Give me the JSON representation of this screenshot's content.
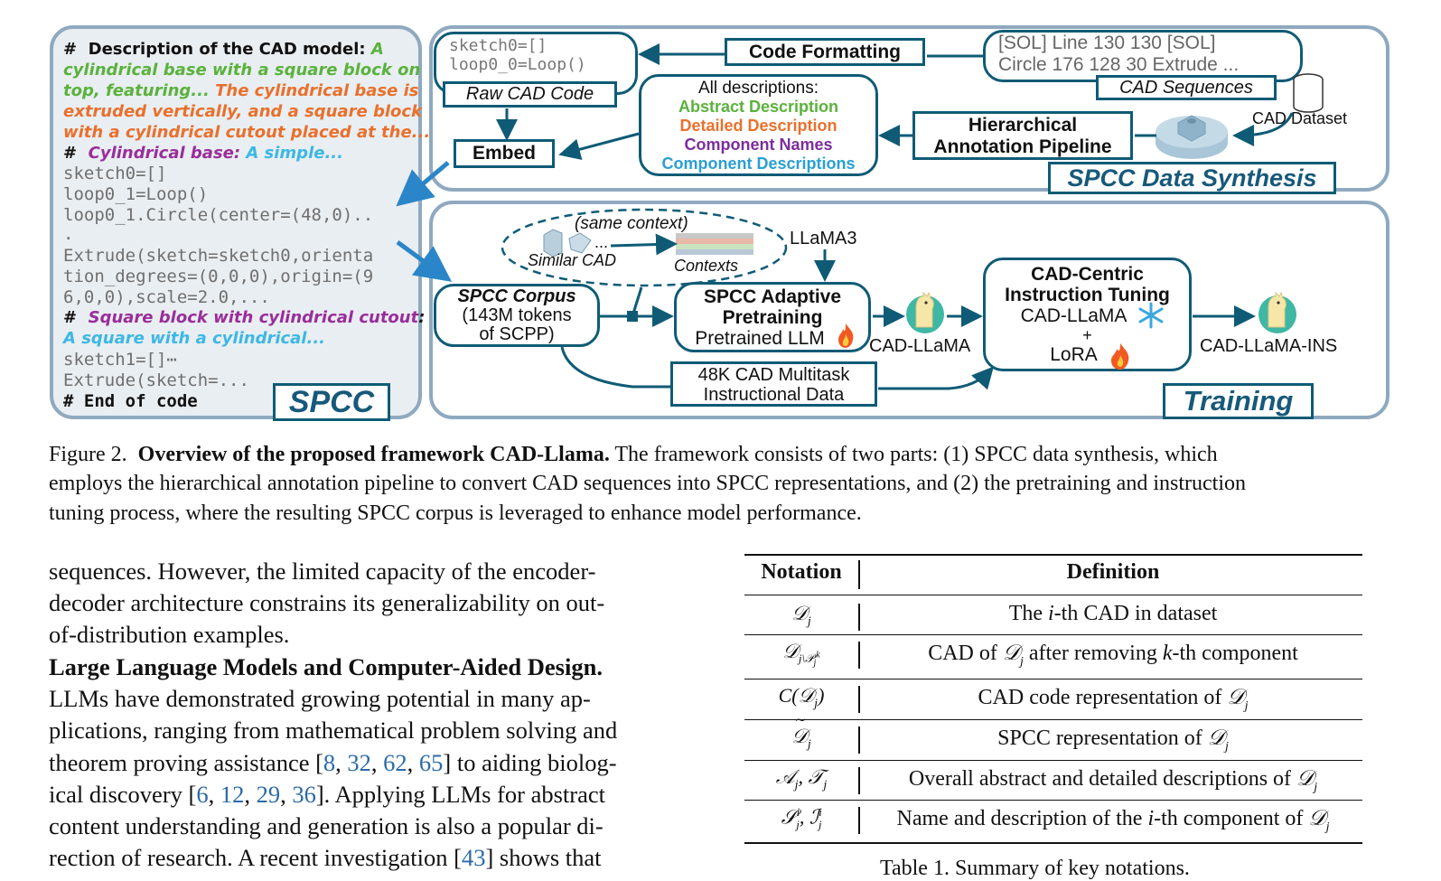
{
  "figure": {
    "code_panel": {
      "lines": [
        {
          "type": "desc",
          "parts": [
            "#  ",
            "Description of the CAD model: ",
            "A"
          ]
        },
        {
          "type": "desc",
          "text": "cylindrical base with a square block on"
        },
        {
          "type": "desc",
          "text": "top, featuring... ",
          "text2": "The cylindrical base is"
        },
        {
          "type": "desc",
          "text": "extruded vertically, and a square block"
        },
        {
          "type": "desc",
          "text": "with a cylindrical cutout placed at the..."
        },
        {
          "type": "desc",
          "text": "Cylindrical base: ",
          "text2": "A simple..."
        },
        {
          "type": "code",
          "text": "sketch0=[]"
        },
        {
          "type": "code",
          "text": "loop0_1=Loop()"
        },
        {
          "type": "code",
          "text": "loop0_1.Circle(center=(48,0).."
        },
        {
          "type": "code",
          "text": "."
        },
        {
          "type": "code",
          "text": "Extrude(sketch=sketch0,orienta"
        },
        {
          "type": "code",
          "text": "tion_degrees=(0,0,0),origin=(9"
        },
        {
          "type": "code",
          "text": "6,0,0),scale=2.0,..."
        },
        {
          "type": "desc",
          "text": "Square block with cylindrical cutout"
        },
        {
          "type": "desc",
          "text": "A square with a cylindrical..."
        },
        {
          "type": "code",
          "text": "sketch1=[]⋯"
        },
        {
          "type": "code",
          "text": "Extrude(sketch=..."
        },
        {
          "type": "code",
          "text": "# End of code"
        }
      ],
      "hash": "#",
      "desc_label": "Description of the CAD model:",
      "desc_a": "A",
      "line1": "cylindrical base with a square block on",
      "line2a": "top, featuring...",
      "line2b": "The cylindrical base is",
      "line3": "extruded vertically, and a square block",
      "line4": "with a cylindrical cutout placed at the...",
      "comp1_label": "Cylindrical base:",
      "comp1_desc": "A simple...",
      "code1": "sketch0=[]",
      "code2": "loop0_1=Loop()",
      "code3": "loop0_1.Circle(center=(48,0)..",
      "code4": ".",
      "code5": "Extrude(sketch=sketch0,orienta",
      "code6": "tion_degrees=(0,0,0),origin=(9",
      "code7": "6,0,0),scale=2.0,...",
      "comp2_label": "Square block with cylindrical cutout",
      "comp2_colon": ":",
      "comp2_desc": "A square with a cylindrical...",
      "code8": "sketch1=[]⋯",
      "code9": "Extrude(sketch=...",
      "code10": "# End of code",
      "tag": "SPCC"
    },
    "raw_code": {
      "line1": "sketch0=[]",
      "line2": "loop0_0=Loop()",
      "line3": "...",
      "tag": "Raw CAD Code"
    },
    "code_formatting": "Code Formatting",
    "cad_seq": {
      "line1": "[SOL] Line 130 130 [SOL]",
      "line2": "Circle 176 128 30 Extrude ...",
      "tag": "CAD Sequences"
    },
    "cad_dataset": "CAD Dataset",
    "embed": "Embed",
    "descriptions": {
      "title": "All descriptions:",
      "items": [
        "Abstract Description",
        "Detailed Description",
        "Component Names",
        "Component Descriptions"
      ],
      "colors": [
        "#5ab23c",
        "#e9702c",
        "#7c2d9e",
        "#2a9fd2"
      ]
    },
    "hierarchical": {
      "line1": "Hierarchical",
      "line2": "Annotation Pipeline"
    },
    "synthesis_tag": "SPCC Data Synthesis",
    "same_context": "(same context)",
    "similar_cad": "Similar CAD",
    "contexts": "Contexts",
    "ellipsis": "...",
    "llama3": "LLaMA3",
    "corpus": {
      "title": "SPCC Corpus",
      "line2": "(143M tokens",
      "line3": "of SCPP)"
    },
    "pretrain": {
      "line1": "SPCC Adaptive",
      "line2": "Pretraining",
      "line3": "Pretrained LLM"
    },
    "cad_llama": "CAD-LLaMA",
    "instruct": {
      "line1": "CAD-Centric",
      "line2": "Instruction Tuning",
      "line3": "CAD-LLaMA",
      "line4": "+",
      "line5": "LoRA"
    },
    "cad_llama_ins": "CAD-LLaMA-INS",
    "multitask": {
      "line1": "48K CAD Multitask",
      "line2": "Instructional Data"
    },
    "training_tag": "Training",
    "icons": [
      "database-icon",
      "cad-part-icon",
      "fire-icon",
      "snowflake-icon",
      "llama-icon"
    ]
  },
  "caption": {
    "prefix": "Figure 2.",
    "bold": "Overview of the proposed framework CAD-Llama.",
    "line1": "The framework consists of two parts: (1) SPCC data synthesis, which",
    "line2": "employs the hierarchical annotation pipeline to convert CAD sequences into SPCC representations, and (2) the pretraining and instruction",
    "line3": "tuning process, where the resulting SPCC corpus is leveraged to enhance model performance."
  },
  "body": {
    "line1": "sequences.  However, the limited capacity of the encoder-",
    "line2": "decoder architecture constrains its generalizability on out-",
    "line3": "of-distribution examples.",
    "heading": "Large Language Models and Computer-Aided Design.",
    "line4": "LLMs have demonstrated growing potential in many ap-",
    "line5": "plications, ranging from mathematical problem solving and",
    "line6a": "theorem proving assistance [",
    "line6_refs": [
      "8",
      "32",
      "62",
      "65"
    ],
    "line6b": "] to aiding biolog-",
    "line7a": "ical discovery [",
    "line7_refs": [
      "6",
      "12",
      "29",
      "36"
    ],
    "line7b": "].  Applying LLMs for abstract",
    "line8": "content understanding and generation is also a popular di-",
    "line9a": "rection of research.  A recent investigation [",
    "line9_ref": "43",
    "line9b": "] shows that"
  },
  "table": {
    "headers": [
      "Notation",
      "Definition"
    ],
    "rows": [
      {
        "notation": "D_j",
        "definition": "The i-th CAD in dataset"
      },
      {
        "notation": "D_{j\\P_j^k}",
        "definition": "CAD of D_j after removing k-th component"
      },
      {
        "notation": "C(D_j)",
        "definition": "CAD code representation of D_j"
      },
      {
        "notation": "~D_j",
        "definition": "SPCC representation of D_j"
      },
      {
        "notation": "A_j, T_j",
        "definition": "Overall abstract and detailed descriptions of D_j"
      },
      {
        "notation": "S_j^i, I_j^i",
        "definition": "Name and description of the i-th component of D_j"
      }
    ],
    "caption": "Table 1. Summary of key notations."
  }
}
